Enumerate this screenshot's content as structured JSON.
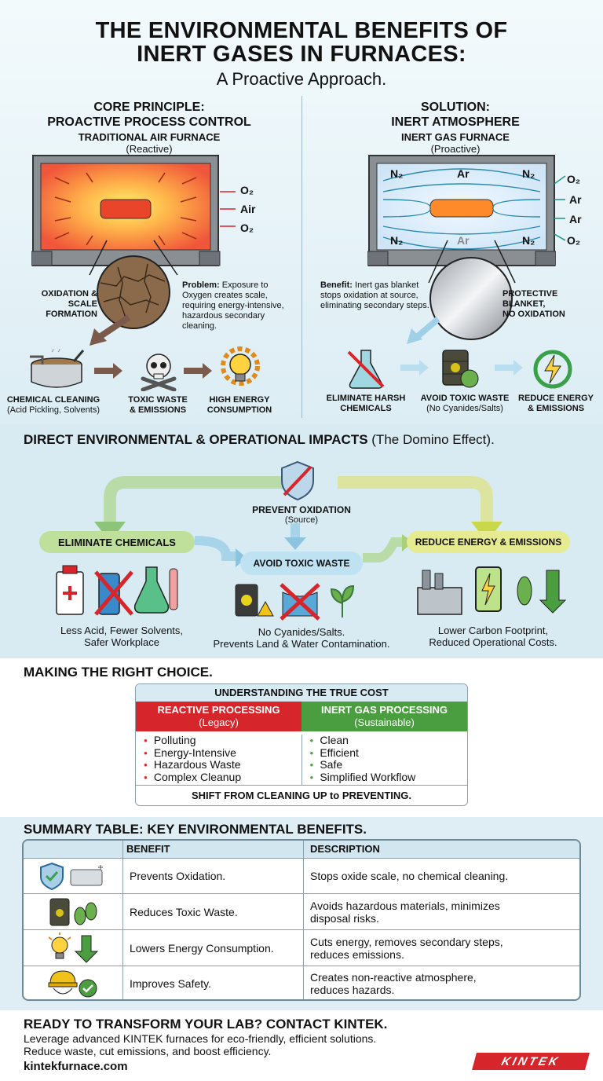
{
  "title": {
    "line1": "THE ENVIRONMENTAL BENEFITS OF",
    "line2": "INERT GASES IN FURNACES:",
    "subtitle": "A Proactive Approach."
  },
  "left": {
    "heading1": "CORE PRINCIPLE:",
    "heading2": "PROACTIVE PROCESS CONTROL",
    "furnace_title": "TRADITIONAL AIR FURNACE",
    "furnace_sub": "(Reactive)",
    "gases": [
      "O₂",
      "Air",
      "O₂"
    ],
    "zoom_label1": "OXIDATION &",
    "zoom_label2": "SCALE FORMATION",
    "problem_bold": "Problem:",
    "problem_text": " Exposure to Oxygen creates scale, requiring energy-intensive, hazardous secondary cleaning.",
    "steps": [
      {
        "l1": "CHEMICAL CLEANING",
        "l2": "(Acid Pickling, Solvents)",
        "icon": "cleaning-pot-icon"
      },
      {
        "l1": "TOXIC WASTE",
        "l2": "& EMISSIONS",
        "icon": "skull-crossbones-icon"
      },
      {
        "l1": "HIGH ENERGY",
        "l2": "CONSUMPTION",
        "icon": "lightbulb-gear-icon"
      }
    ]
  },
  "right": {
    "heading1": "SOLUTION:",
    "heading2": "INERT ATMOSPHERE",
    "furnace_title": "INERT GAS FURNACE",
    "furnace_sub": "(Proactive)",
    "inside_labels": [
      "N₂",
      "Ar",
      "N₂",
      "N₂",
      "Ar",
      "N₂"
    ],
    "gases": [
      "O₂",
      "Ar",
      "Ar",
      "O₂"
    ],
    "benefit_bold": "Benefit:",
    "benefit_text": " Inert gas blanket stops oxidation at source, eliminating secondary steps.",
    "zoom_label1": "PROTECTIVE BLANKET,",
    "zoom_label2": "NO OXIDATION",
    "steps": [
      {
        "l1": "ELIMINATE HARSH",
        "l2": "CHEMICALS",
        "icon": "crossed-flask-icon"
      },
      {
        "l1": "AVOID TOXIC WASTE",
        "l2": "(No Cyanides/Salts)",
        "icon": "barrel-leaf-icon"
      },
      {
        "l1": "REDUCE ENERGY",
        "l2": "& EMISSIONS",
        "icon": "energy-bolt-icon"
      }
    ]
  },
  "impacts": {
    "heading_bold": "DIRECT ENVIRONMENTAL & OPERATIONAL IMPACTS",
    "heading_rest": " (The Domino Effect).",
    "source": "PREVENT OXIDATION",
    "source_sub": "(Source)",
    "nodes": [
      "ELIMINATE CHEMICALS",
      "AVOID TOXIC WASTE",
      "REDUCE ENERGY & EMISSIONS"
    ],
    "captions": [
      {
        "l1": "Less Acid, Fewer Solvents,",
        "l2": "Safer Workplace"
      },
      {
        "l1": "No Cyanides/Salts.",
        "l2": "Prevents Land & Water Contamination."
      },
      {
        "l1": "Lower Carbon Footprint,",
        "l2": "Reduced Operational Costs."
      }
    ]
  },
  "choice": {
    "heading": "MAKING THE RIGHT CHOICE.",
    "table_title": "UNDERSTANDING THE TRUE COST",
    "left_head": "REACTIVE PROCESSING",
    "left_sub": "(Legacy)",
    "right_head": "INERT GAS PROCESSING",
    "right_sub": "(Sustainable)",
    "left_items": [
      "Polluting",
      "Energy-Intensive",
      "Hazardous Waste",
      "Complex Cleanup"
    ],
    "right_items": [
      "Clean",
      "Efficient",
      "Safe",
      "Simplified Workflow"
    ],
    "footer": "SHIFT FROM CLEANING UP to PREVENTING.",
    "colors": {
      "red": "#d7262b",
      "green": "#4a9e3f"
    }
  },
  "summary": {
    "heading": "SUMMARY TABLE: KEY ENVIRONMENTAL BENEFITS.",
    "col1": "",
    "col2": "BENEFIT",
    "col3": "DESCRIPTION",
    "rows": [
      {
        "benefit": "Prevents Oxidation.",
        "desc1": "Stops oxide scale, no chemical cleaning.",
        "desc2": "",
        "icon": "shield-check-icon"
      },
      {
        "benefit": "Reduces Toxic Waste.",
        "desc1": "Avoids hazardous materials, minimizes",
        "desc2": "disposal risks.",
        "icon": "barrel-leaf-icon"
      },
      {
        "benefit": "Lowers Energy Consumption.",
        "desc1": "Cuts energy, removes secondary steps,",
        "desc2": "reduces emissions.",
        "icon": "bulb-down-arrow-icon"
      },
      {
        "benefit": "Improves Safety.",
        "desc1": "Creates non-reactive atmosphere,",
        "desc2": "reduces hazards.",
        "icon": "hardhat-check-icon"
      }
    ]
  },
  "cta": {
    "heading": "READY TO TRANSFORM YOUR LAB? CONTACT KINTEK.",
    "line1": "Leverage advanced KINTEK furnaces for eco-friendly, efficient solutions.",
    "line2": "Reduce waste, cut emissions, and boost efficiency.",
    "url": "kintekfurnace.com",
    "logo": "KINTEK"
  }
}
